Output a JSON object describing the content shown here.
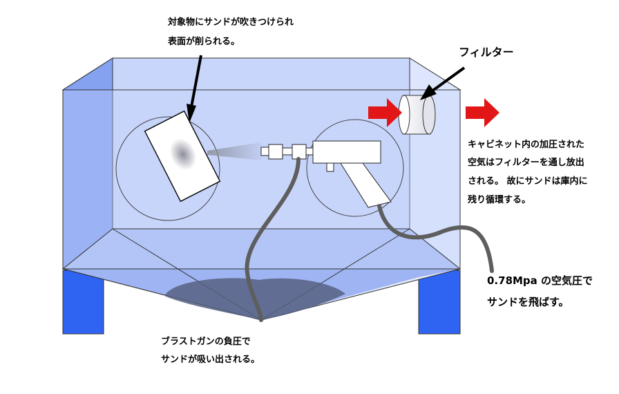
{
  "labels": {
    "target_line1": "対象物にサンドが吹きつけられ",
    "target_line2": "表面が削られる。",
    "filter": "フィルター",
    "cabinet_line1": "キャビネット内の加圧された",
    "cabinet_line2": "空気はフィルターを通し放出",
    "cabinet_line3": "される。 故にサンドは庫内に",
    "cabinet_line4": "残り循環する。",
    "pressure_line1": "0.78Mpa の空気圧で",
    "pressure_line2": "サンドを飛ばす。",
    "gun_line1": "ブラストガンの負圧で",
    "gun_line2": "サンドが吸い出される。"
  },
  "colors": {
    "cabinet_fill": "#c6d4fb",
    "cabinet_side": "#7f9ff0",
    "cabinet_hopper": "#9db4f3",
    "leg": "#2f63f2",
    "sand": "#566080",
    "arrow_red": "#e21616",
    "hose": "#5e5e5e"
  }
}
